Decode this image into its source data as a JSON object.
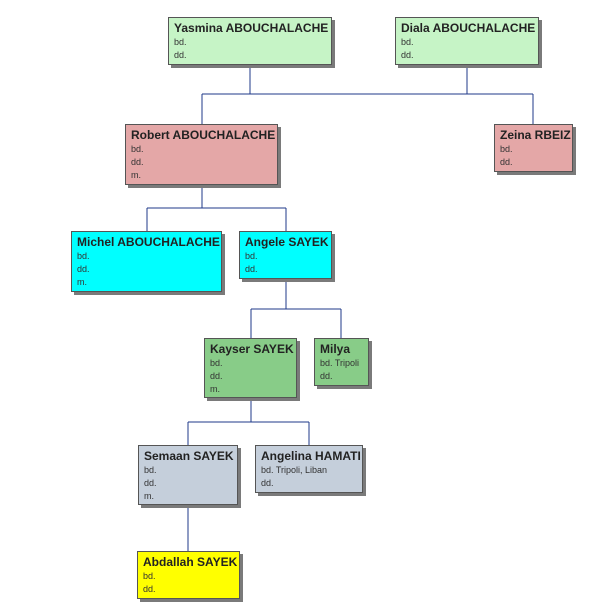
{
  "persons": {
    "yasmina": {
      "name": "Yasmina ABOUCHALACHE",
      "details": [
        "bd.",
        "dd."
      ],
      "color": "#c6f4c6"
    },
    "diala": {
      "name": "Diala ABOUCHALACHE",
      "details": [
        "bd.",
        "dd."
      ],
      "color": "#c6f4c6"
    },
    "robert": {
      "name": "Robert ABOUCHALACHE",
      "details": [
        "bd.",
        "dd.",
        "m."
      ],
      "color": "#e4a7a7"
    },
    "zeina": {
      "name": "Zeina RBEIZ",
      "details": [
        "bd.",
        "dd."
      ],
      "color": "#e4a7a7"
    },
    "michel": {
      "name": "Michel ABOUCHALACHE",
      "details": [
        "bd.",
        "dd.",
        "m."
      ],
      "color": "#00ffff"
    },
    "angele": {
      "name": "Angele SAYEK",
      "details": [
        "bd.",
        "dd."
      ],
      "color": "#00ffff"
    },
    "kayser": {
      "name": "Kayser SAYEK",
      "details": [
        "bd.",
        "dd.",
        "m."
      ],
      "color": "#88cc88"
    },
    "milya": {
      "name": "Milya",
      "details": [
        "bd. Tripoli",
        "dd."
      ],
      "color": "#88cc88"
    },
    "semaan": {
      "name": "Semaan SAYEK",
      "details": [
        "bd.",
        "dd.",
        "m."
      ],
      "color": "#c5cfdb"
    },
    "angelina": {
      "name": "Angelina HAMATI",
      "details": [
        "bd. Tripoli, Liban",
        "dd."
      ],
      "color": "#c5cfdb"
    },
    "abdallah": {
      "name": "Abdallah SAYEK",
      "details": [
        "bd.",
        "dd."
      ],
      "color": "#ffff00"
    }
  }
}
